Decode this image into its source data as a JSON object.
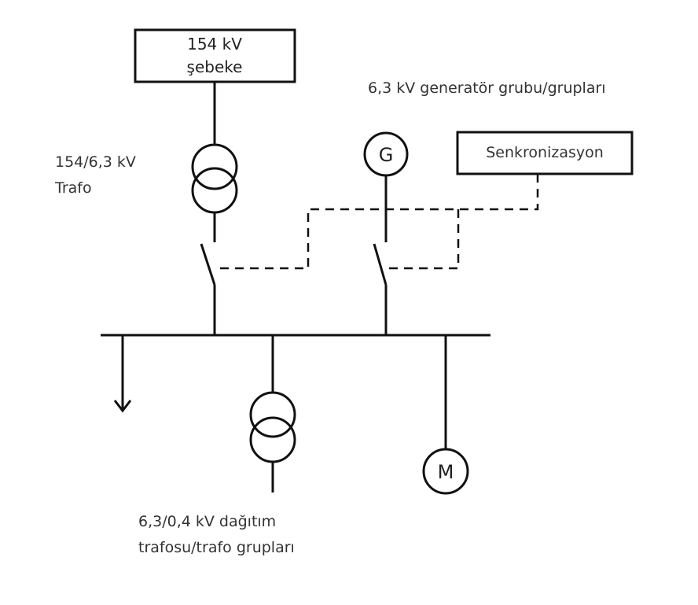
{
  "grid": {
    "line1": "154 kV",
    "line2": "şebeke"
  },
  "generator_group_label": "6,3 kV generatör grubu/grupları",
  "main_transformer": {
    "line1": "154/6,3 kV",
    "line2": "Trafo"
  },
  "generator_symbol": "G",
  "synchronization_label": "Senkronizasyon",
  "motor_symbol": "M",
  "distribution_transformer": {
    "line1": "6,3/0,4 kV dağıtım",
    "line2": "trafosu/trafo grupları"
  }
}
